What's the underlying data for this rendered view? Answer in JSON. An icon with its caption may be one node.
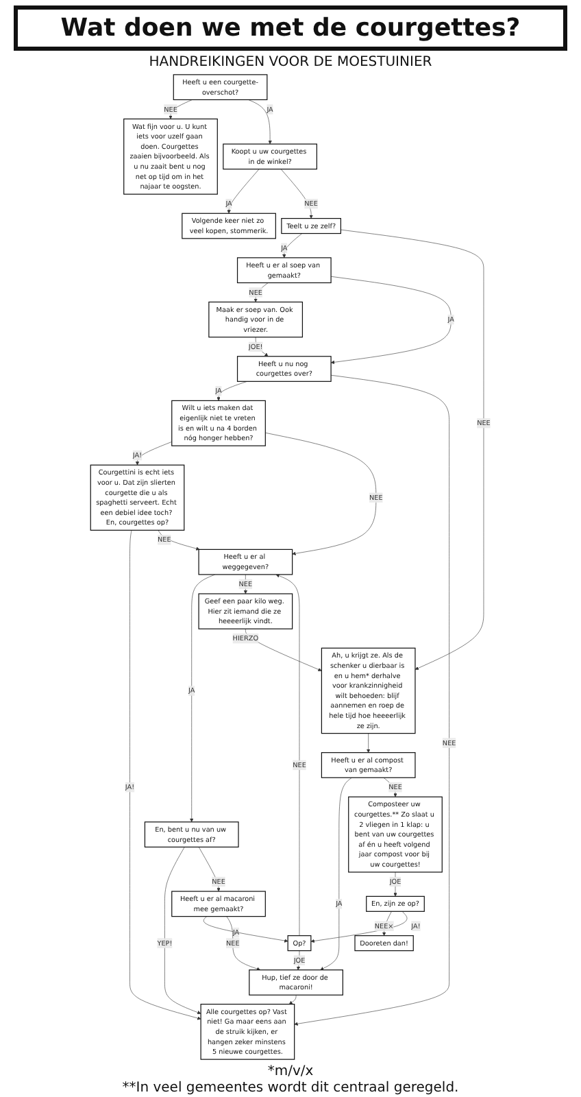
{
  "diagram": {
    "title": "Wat doen we met de courgettes?",
    "nodes": [
      {
        "text": [
          "Heeft u een courgette-overschot?"
        ]
      },
      {
        "text": [
          "Wat fijn voor u. U kunt iets voor uzelf gaan doen. Courgettes zaaien bijvoorbeeld. Als u nu zaait bent u nog net op tijd om in het najaar te oogsten."
        ]
      },
      {
        "text": [
          "Heeft u er al soep van gemaakt?"
        ]
      },
      {
        "text": [
          "Koopt u uw courgettes in de winkel?"
        ]
      },
      {
        "text": [
          "Maak er soep van. Ook handig voor in de vriezer."
        ]
      },
      {
        "text": [
          "Volgende keer niet zo veel kopen, stommerik."
        ]
      },
      {
        "text": [
          "Teelt u ze zelf?"
        ]
      },
      {
        "text": [
          "Heeft u nu nog courgettes over?"
        ]
      },
      {
        "text": [
          "Heeft u er al compost van gemaakt?"
        ]
      },
      {
        "text": [
          "Ah, u krijgt ze. Als de schenker u dierbaar is en u hem* derhalve voor krankzinnigheid wilt behoeden: blijf aannemen en roep de hele tijd hoe heeeerlijk ze zijn."
        ]
      },
      {
        "text": [
          "Wilt u iets maken dat eigenlijk niet te vreten is en wilt u na 4 borden nóg honger hebben?"
        ]
      },
      {
        "text": [
          "Composteer uw courgettes.** Zo slaat u 2 vliegen in 1 klap: u bent van uw courgettes af én u heeft volgend jaar compost voor bij uw courgettes!"
        ]
      },
      {
        "text": [
          "Geef een paar kilo weg. Hier zit iemand die ze heeeerlijk vindt."
        ]
      },
      {
        "text": [
          "Courgettini is echt iets voor u. Dat zijn slierten courgette die u als spaghetti serveert. Echt een debiel idee toch? En, courgettes op?"
        ]
      },
      {
        "text": [
          "Dooreten dan!"
        ]
      },
      {
        "text": [
          "En, zijn ze op?"
        ]
      },
      {
        "text": [
          "Heeft u er al weggegeven?"
        ]
      },
      {
        "text": [
          "Op?"
        ]
      },
      {
        "text": [
          "En, bent u nu van uw courgettes af?"
        ]
      },
      {
        "text": [
          "Alle courgettes op? Vast niet! Ga maar eens aan de struik kijken, er hangen zeker minstens 5 nieuwe courgettes."
        ]
      },
      {
        "text": [
          "Hup, tief ze door de macaroni!"
        ]
      },
      {
        "text": [
          "Heeft u er al macaroni mee gemaakt?"
        ]
      }
    ],
    "edges": [
      {
        "from": 0,
        "to": 1,
        "arrow": "to",
        "label": "NEE"
      },
      {
        "from": 0,
        "to": 3,
        "arrow": "to",
        "label": "JA"
      },
      {
        "from": 3,
        "to": 5,
        "arrow": "to",
        "label": "JA"
      },
      {
        "from": 3,
        "to": 6,
        "arrow": "to",
        "label": "NEE"
      },
      {
        "from": 6,
        "to": 2,
        "arrow": "to",
        "label": "JA"
      },
      {
        "from": 6,
        "to": 9,
        "arrow": "to",
        "label": "NEE"
      },
      {
        "from": 2,
        "to": 4,
        "arrow": "to",
        "label": "NEE"
      },
      {
        "from": 2,
        "to": 7,
        "arrow": "to",
        "label": "JA"
      },
      {
        "from": 4,
        "to": 7,
        "arrow": "to",
        "label": "JOE!"
      },
      {
        "from": 7,
        "to": 10,
        "arrow": "to",
        "label": "JA"
      },
      {
        "from": 7,
        "to": 19,
        "arrow": "to",
        "label": "NEE"
      },
      {
        "from": 10,
        "to": 13,
        "arrow": "to",
        "label": "JA!"
      },
      {
        "from": 10,
        "to": 16,
        "arrow": "to",
        "label": "NEE"
      },
      {
        "from": 13,
        "to": 19,
        "arrow": "to",
        "label": "JA!"
      },
      {
        "from": 13,
        "to": 16,
        "arrow": "to",
        "label": "NEE"
      },
      {
        "from": 16,
        "to": 18,
        "arrow": "to",
        "label": "JA"
      },
      {
        "from": 16,
        "to": 12,
        "arrow": "to",
        "label": "NEE"
      },
      {
        "from": 12,
        "to": 9,
        "arrow": "to",
        "label": "HIERZO"
      },
      {
        "from": 9,
        "to": 8,
        "arrow": "to"
      },
      {
        "from": 8,
        "to": 20,
        "arrow": "to",
        "label": "JA"
      },
      {
        "from": 8,
        "to": 11,
        "arrow": "to",
        "label": "NEE"
      },
      {
        "from": 11,
        "to": 15,
        "arrow": "to",
        "label": "JOE"
      },
      {
        "from": 15,
        "to": 14,
        "arrow": "to",
        "label": "NEE×"
      },
      {
        "from": 15,
        "to": 17,
        "arrow": "to",
        "label": "JA!"
      },
      {
        "from": 17,
        "to": 20,
        "arrow": "to",
        "label": "JOE"
      },
      {
        "from": 17,
        "to": 16,
        "arrow": "to",
        "label": "NEE"
      },
      {
        "from": 18,
        "to": 19,
        "arrow": "to",
        "label": "YEP!"
      },
      {
        "from": 18,
        "to": 21,
        "arrow": "to",
        "label": "NEE"
      },
      {
        "from": 21,
        "to": 17,
        "arrow": "to",
        "label": "JA"
      },
      {
        "from": 21,
        "to": 20,
        "arrow": "to",
        "label": "NEE"
      },
      {
        "from": 20,
        "to": 19,
        "arrow": "to"
      }
    ],
    "labels": [
      "HANDREIKINGEN VOOR DE MOESTUINIER",
      "*m/v/x",
      "**In veel gemeentes wordt dit centraal geregeld."
    ]
  }
}
